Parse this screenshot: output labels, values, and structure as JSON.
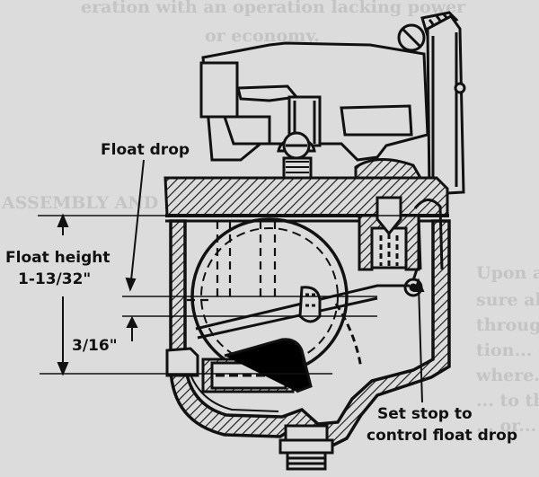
{
  "background_text": [
    "eration with an operation lacking power",
    "or economy.",
    "ASSEMBLY AND ADJUSTMENT",
    "Upon assembly... compressor",
    "sure always position... are used",
    "through... to",
    "tion... glide",
    "where... throttle",
    "... to the float",
    "... or..."
  ],
  "labels": {
    "float_drop": "Float drop",
    "float_height_line1": "Float height",
    "float_height_line2": "1-13/32\"",
    "drop_dimension": "3/16\"",
    "set_stop_line1": "Set stop to",
    "set_stop_line2": "control float drop"
  },
  "colors": {
    "ink": "#111111",
    "paper": "#dcdcdc",
    "faded_text": "#c4c4c4"
  }
}
